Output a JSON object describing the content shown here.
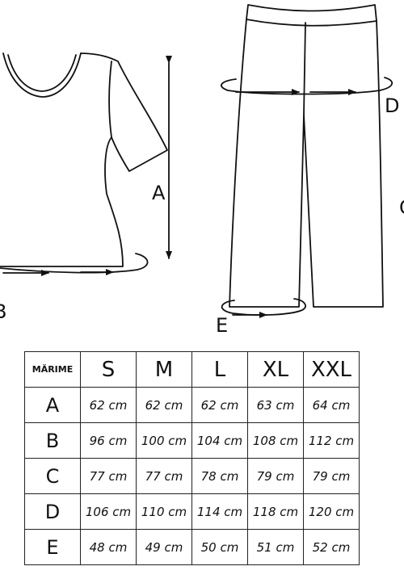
{
  "diagram": {
    "label_a": "A",
    "label_b": "B",
    "label_c": "C",
    "label_d": "D",
    "label_e": "E"
  },
  "table": {
    "corner_header": "MĂRIME",
    "sizes": [
      "S",
      "M",
      "L",
      "XL",
      "XXL"
    ],
    "rows": [
      {
        "label": "A",
        "values": [
          "62 cm",
          "62 cm",
          "62 cm",
          "63 cm",
          "64 cm"
        ]
      },
      {
        "label": "B",
        "values": [
          "96 cm",
          "100 cm",
          "104 cm",
          "108 cm",
          "112 cm"
        ]
      },
      {
        "label": "C",
        "values": [
          "77 cm",
          "77 cm",
          "78 cm",
          "79 cm",
          "79 cm"
        ]
      },
      {
        "label": "D",
        "values": [
          "106 cm",
          "110 cm",
          "114 cm",
          "118 cm",
          "120 cm"
        ]
      },
      {
        "label": "E",
        "values": [
          "48 cm",
          "49 cm",
          "50 cm",
          "51 cm",
          "52 cm"
        ]
      }
    ]
  }
}
